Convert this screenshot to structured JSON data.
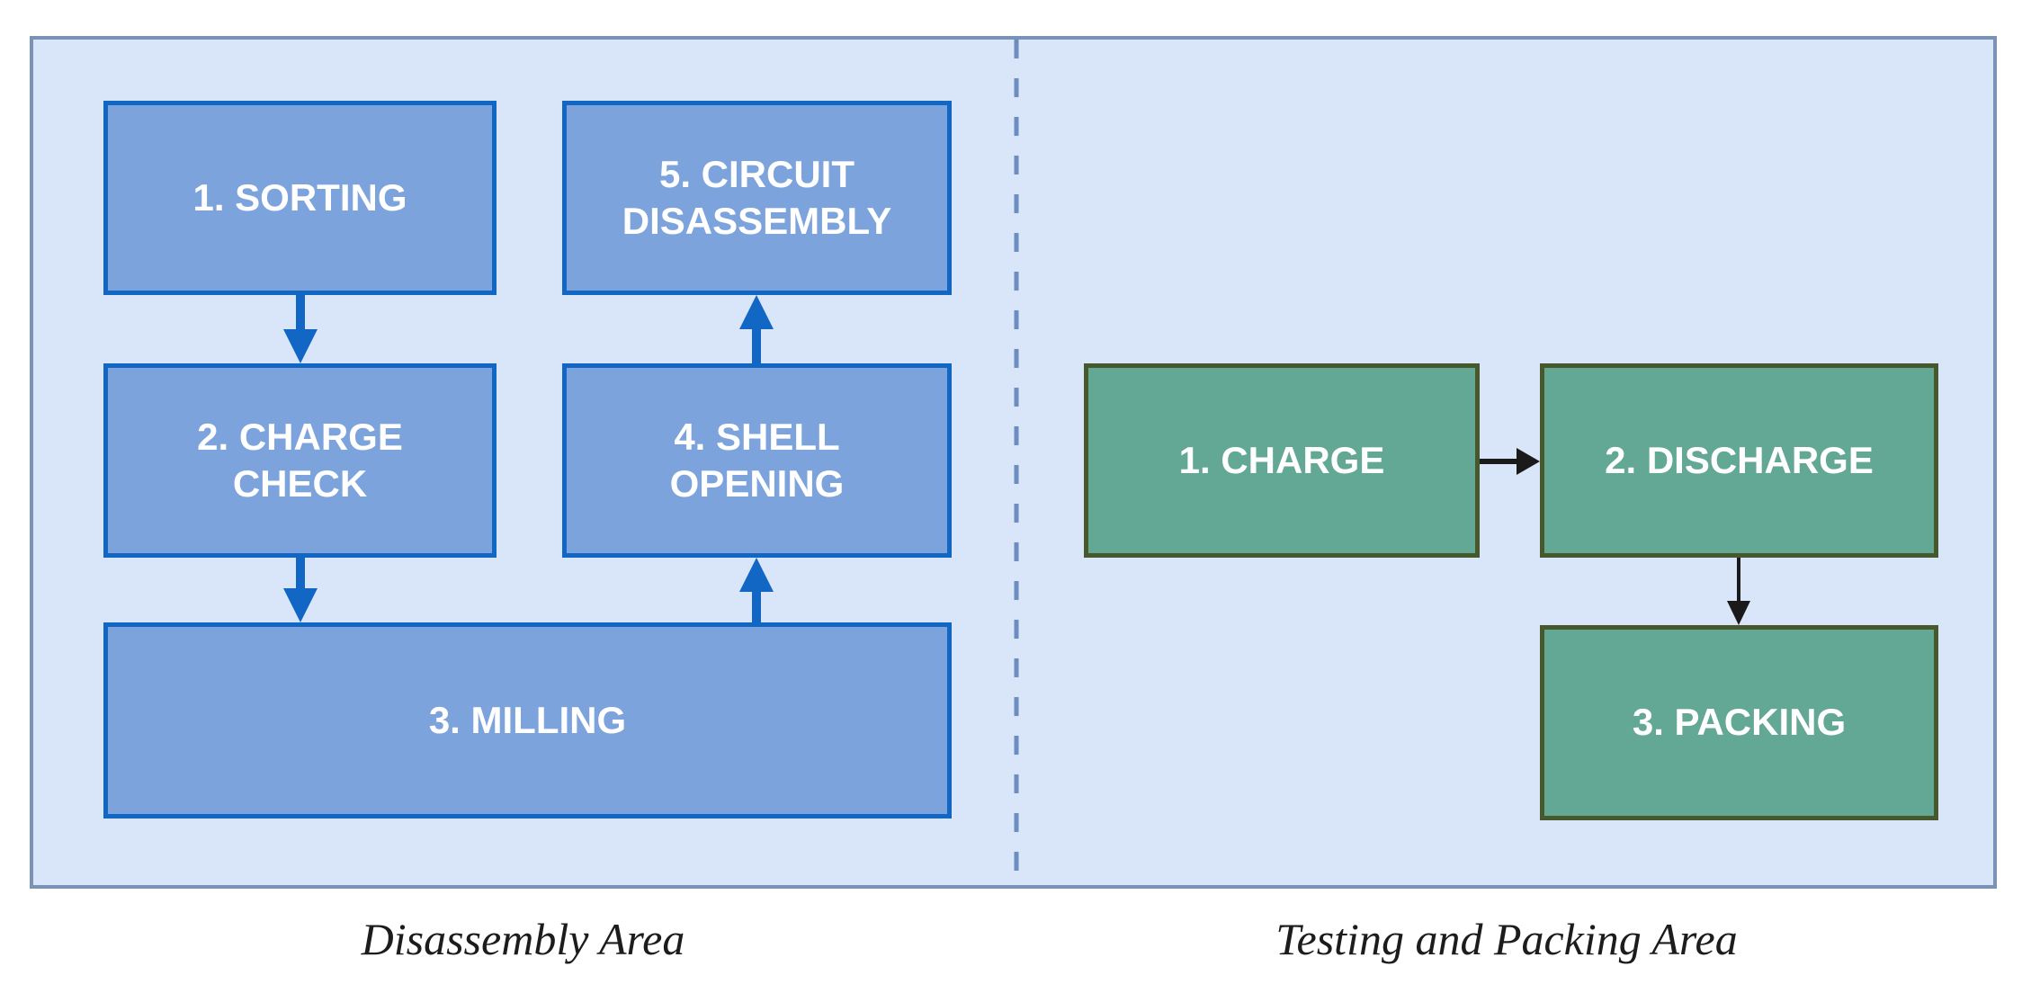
{
  "diagram": {
    "type": "flowchart",
    "disassembly_area": {
      "caption": "Disassembly Area",
      "steps": [
        {
          "id": 1,
          "label": "1. SORTING"
        },
        {
          "id": 2,
          "label": "2. CHARGE CHECK"
        },
        {
          "id": 3,
          "label": "3. MILLING"
        },
        {
          "id": 4,
          "label": "4. SHELL OPENING"
        },
        {
          "id": 5,
          "label": "5. CIRCUIT DISASSEMBLY"
        }
      ],
      "flow": [
        {
          "from": "1. SORTING",
          "to": "2. CHARGE CHECK"
        },
        {
          "from": "2. CHARGE CHECK",
          "to": "3. MILLING"
        },
        {
          "from": "3. MILLING",
          "to": "4. SHELL OPENING"
        },
        {
          "from": "4. SHELL OPENING",
          "to": "5. CIRCUIT DISASSEMBLY"
        }
      ]
    },
    "testing_and_packing_area": {
      "caption": "Testing and Packing Area",
      "steps": [
        {
          "id": 1,
          "label": "1. CHARGE"
        },
        {
          "id": 2,
          "label": "2. DISCHARGE"
        },
        {
          "id": 3,
          "label": "3. PACKING"
        }
      ],
      "flow": [
        {
          "from": "1. CHARGE",
          "to": "2. DISCHARGE"
        },
        {
          "from": "2. DISCHARGE",
          "to": "3. PACKING"
        }
      ]
    }
  },
  "theme": {
    "container-fill": "#d9e6f9",
    "container-border": "#7a92b5",
    "divider-color": "#6d8cbf",
    "blue-box-fill": "#7da3dd",
    "blue-box-border": "#1266c4",
    "blue-arrow": "#1266c4",
    "green-box-fill": "#63a795",
    "green-box-border": "#47582d",
    "black-arrow": "#1a1a1a",
    "box-text": "#ffffff",
    "caption-text": "#1c1c1c"
  }
}
